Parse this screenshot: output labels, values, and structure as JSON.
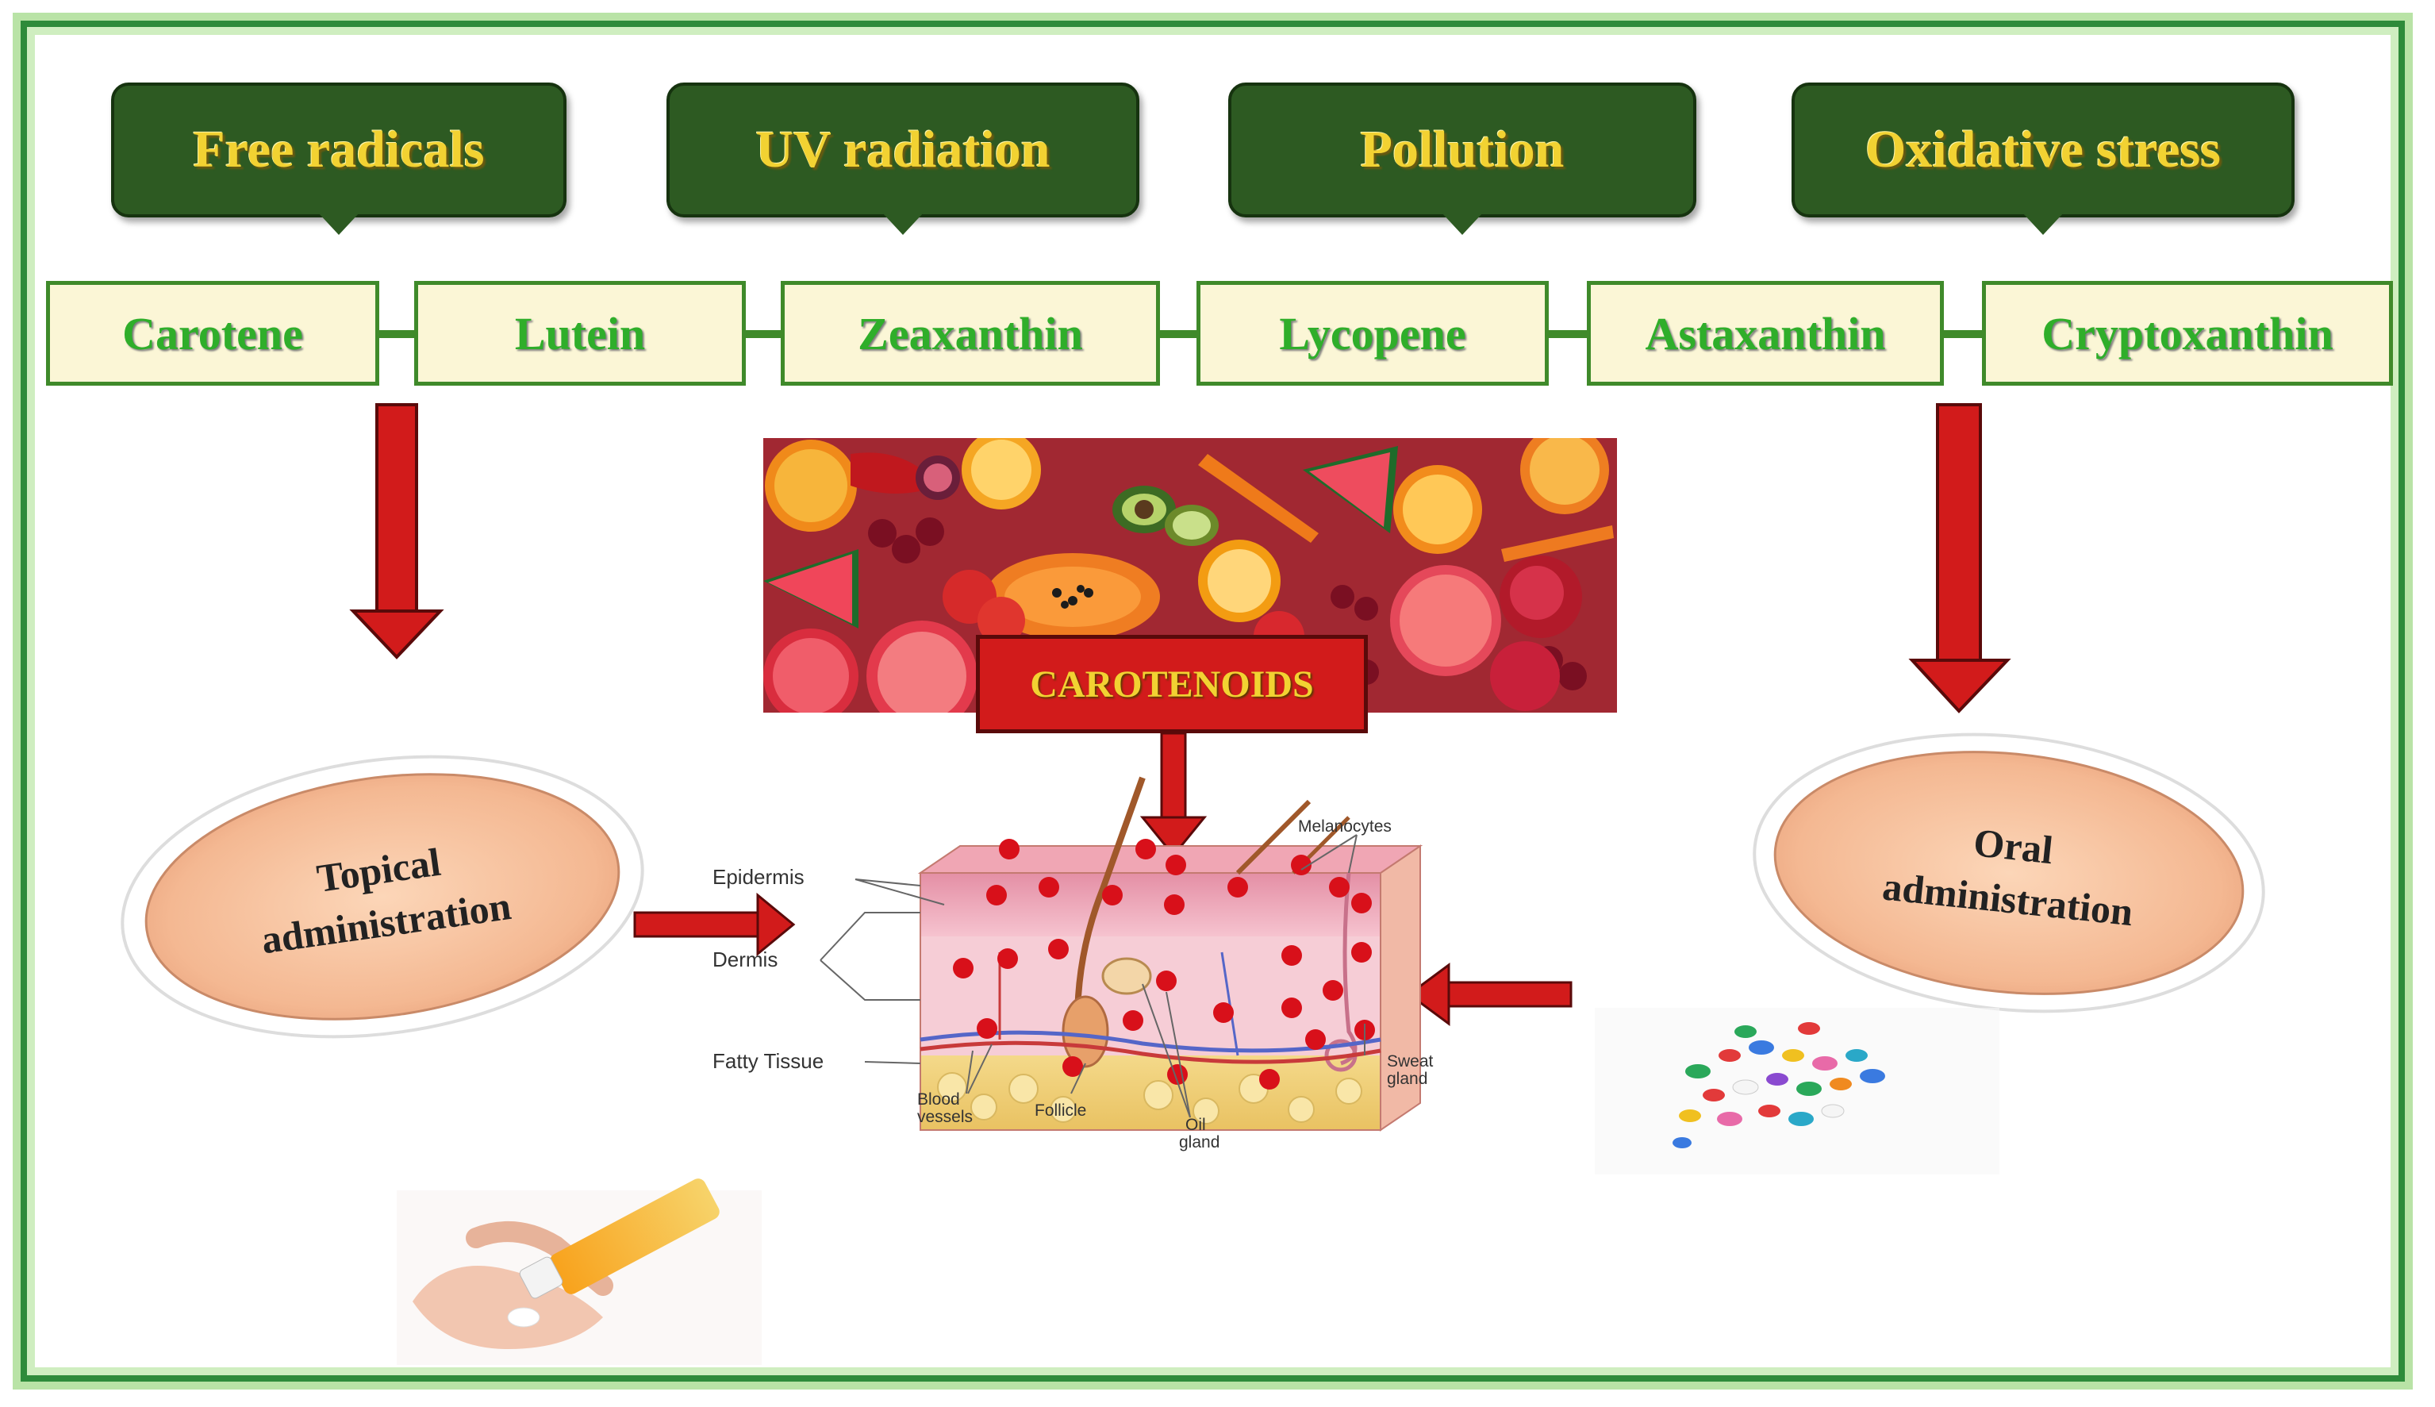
{
  "stressors": [
    {
      "label": "Free radicals"
    },
    {
      "label": "UV radiation"
    },
    {
      "label": "Pollution"
    },
    {
      "label": "Oxidative stress"
    }
  ],
  "carotenoids": [
    {
      "label": "Carotene"
    },
    {
      "label": "Lutein"
    },
    {
      "label": "Zeaxanthin"
    },
    {
      "label": "Lycopene"
    },
    {
      "label": "Astaxanthin"
    },
    {
      "label": "Cryptoxanthin"
    }
  ],
  "central": {
    "label": "CAROTENOIDS"
  },
  "routes": {
    "topical": {
      "line1": "Topical",
      "line2": "administration"
    },
    "oral": {
      "line1": "Oral",
      "line2": "administration"
    }
  },
  "skin_diagram": {
    "epidermis": "Epidermis",
    "dermis": "Dermis",
    "fatty_tissue": "Fatty Tissue",
    "melanocytes": "Melanocytes",
    "sweat_gland_1": "Sweat",
    "sweat_gland_2": "gland",
    "blood_vessels_1": "Blood",
    "blood_vessels_2": "vessels",
    "follicle": "Follicle",
    "oil_gland_1": "Oil",
    "oil_gland_2": "gland"
  },
  "colors": {
    "stressor_fill": "#2d5a22",
    "stressor_text": "#f2d232",
    "carotenoid_fill": "#fbf6d6",
    "carotenoid_text": "#2fae2a",
    "arrow_red": "#d21b1b",
    "frame_green": "#2e8b3a"
  }
}
